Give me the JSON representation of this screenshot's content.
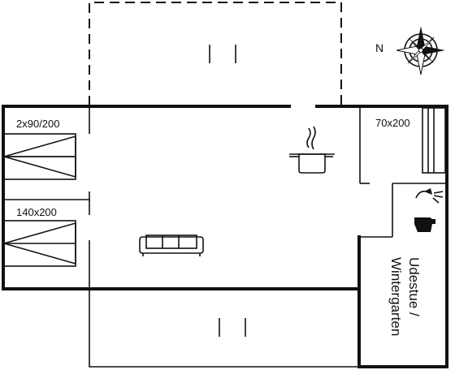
{
  "compass": {
    "north_label": "N",
    "icon": "compass-rose-icon"
  },
  "rooms": {
    "bedroom_1": {
      "bed_label": "2x90/200"
    },
    "bedroom_2": {
      "bed_label": "140x200"
    },
    "bedroom_3": {
      "bed_label": "70x200"
    },
    "conservatory": {
      "label_line_1": "Udestue /",
      "label_line_2": "Wintergarten"
    }
  },
  "icons": {
    "kitchen": "cooking-pot-icon",
    "living": "sofa-icon",
    "shower": "shower-icon",
    "toilet": "toilet-icon"
  }
}
